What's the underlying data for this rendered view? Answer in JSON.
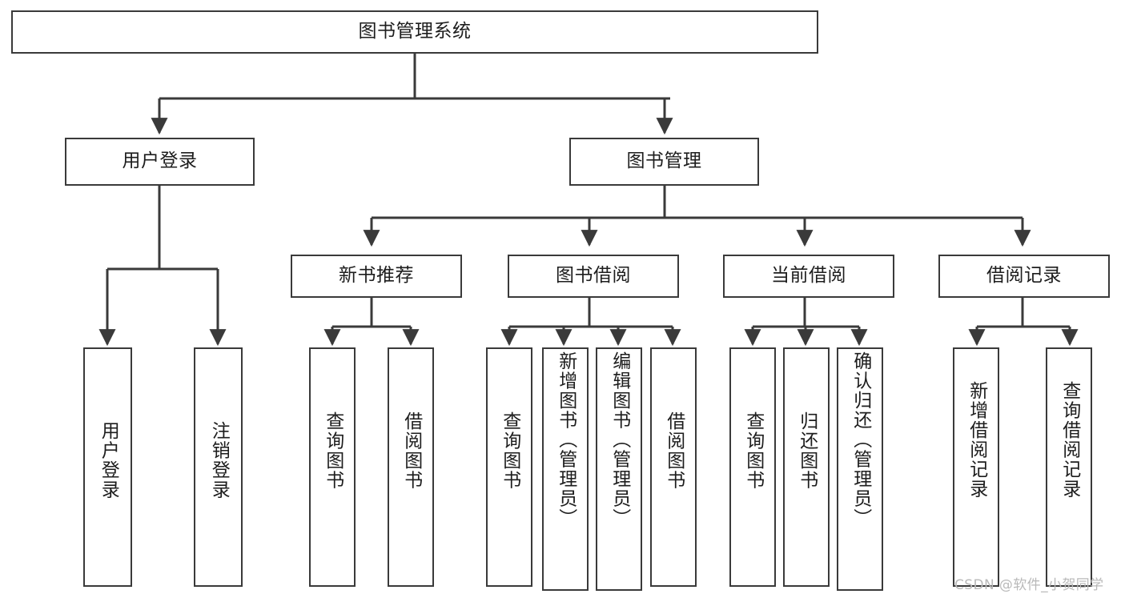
{
  "diagram": {
    "type": "tree-hierarchy-functional-decomposition",
    "title": "图书管理系统",
    "line_color": "#3a3a3a",
    "box_fill": "#ffffff",
    "text_color": "#1d1d1d",
    "watermark": "CSDN @软件_小贺同学",
    "levels": {
      "level1": [
        {
          "id": "root",
          "label": "图书管理系统"
        }
      ],
      "level2": [
        {
          "id": "user-login",
          "label": "用户登录",
          "parent": "root"
        },
        {
          "id": "book-mgmt",
          "label": "图书管理",
          "parent": "root"
        }
      ],
      "level3": [
        {
          "id": "new-book-rec",
          "label": "新书推荐",
          "parent": "book-mgmt"
        },
        {
          "id": "book-borrow",
          "label": "图书借阅",
          "parent": "book-mgmt"
        },
        {
          "id": "current-borrow",
          "label": "当前借阅",
          "parent": "book-mgmt"
        },
        {
          "id": "borrow-record",
          "label": "借阅记录",
          "parent": "book-mgmt"
        }
      ],
      "leaves": [
        {
          "id": "leaf-user-login",
          "label": "用户登录",
          "parent": "user-login"
        },
        {
          "id": "leaf-logout",
          "label": "注销登录",
          "parent": "user-login"
        },
        {
          "id": "leaf-query-book-1",
          "label": "查询图书",
          "parent": "new-book-rec"
        },
        {
          "id": "leaf-borrow-book-1",
          "label": "借阅图书",
          "parent": "new-book-rec"
        },
        {
          "id": "leaf-query-book-2",
          "label": "查询图书",
          "parent": "book-borrow"
        },
        {
          "id": "leaf-add-book",
          "label": "新增图书（管理员）",
          "parent": "book-borrow"
        },
        {
          "id": "leaf-edit-book",
          "label": "编辑图书（管理员）",
          "parent": "book-borrow"
        },
        {
          "id": "leaf-borrow-book-2",
          "label": "借阅图书",
          "parent": "book-borrow"
        },
        {
          "id": "leaf-query-book-3",
          "label": "查询图书",
          "parent": "current-borrow"
        },
        {
          "id": "leaf-return-book",
          "label": "归还图书",
          "parent": "current-borrow"
        },
        {
          "id": "leaf-confirm-return",
          "label": "确认归还（管理员）",
          "parent": "current-borrow"
        },
        {
          "id": "leaf-add-record",
          "label": "新增借阅记录",
          "parent": "borrow-record"
        },
        {
          "id": "leaf-query-record",
          "label": "查询借阅记录",
          "parent": "borrow-record"
        }
      ]
    }
  }
}
